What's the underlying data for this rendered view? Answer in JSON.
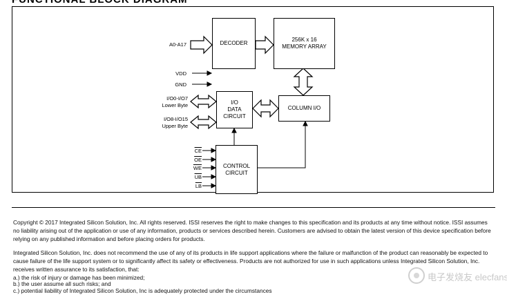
{
  "header": {
    "title": "FUNCTIONAL BLOCK DIAGRAM"
  },
  "diagram": {
    "blocks": {
      "decoder": "DECODER",
      "memory_array": "256K x 16\nMEMORY ARRAY",
      "io_data": "I/O\nDATA\nCIRCUIT",
      "column_io": "COLUMN I/O",
      "control": "CONTROL\nCIRCUIT"
    },
    "signals": {
      "address": "A0-A17",
      "vdd": "VDD",
      "gnd": "GND",
      "io_low": "I/O0-I/O7",
      "io_low_sub": "Lower Byte",
      "io_high": "I/O8-I/O15",
      "io_high_sub": "Upper Byte",
      "ce": "CE",
      "oe": "OE",
      "we": "WE",
      "ub": "UB",
      "lb": "LB"
    }
  },
  "footer": {
    "copyright": "Copyright © 2017 Integrated Silicon Solution, Inc. All rights reserved. ISSI reserves the right to make changes to this specification and its products at any time without notice. ISSI assumes no liability arising out of the application or use of any information, products or services described herein. Customers are advised to obtain the latest version of this device specification before relying on any published information and before placing orders for products.",
    "disclaimer": "Integrated Silicon Solution, Inc. does not recommend the use of any of its products in life support applications where the failure or malfunction of the product can reasonably be expected to cause failure of the life support system or to significantly affect its safety or effectiveness. Products are not authorized for use in such applications unless Integrated Silicon Solution, Inc. receives written assurance to its satisfaction, that:",
    "items": [
      "a.) the risk of injury or damage has been minimized;",
      "b.) the user assume all such risks; and",
      "c.) potential liability of Integrated Silicon Solution, Inc is adequately protected under the circumstances"
    ]
  },
  "watermark": {
    "text": "电子发烧友  elecfans.com"
  }
}
